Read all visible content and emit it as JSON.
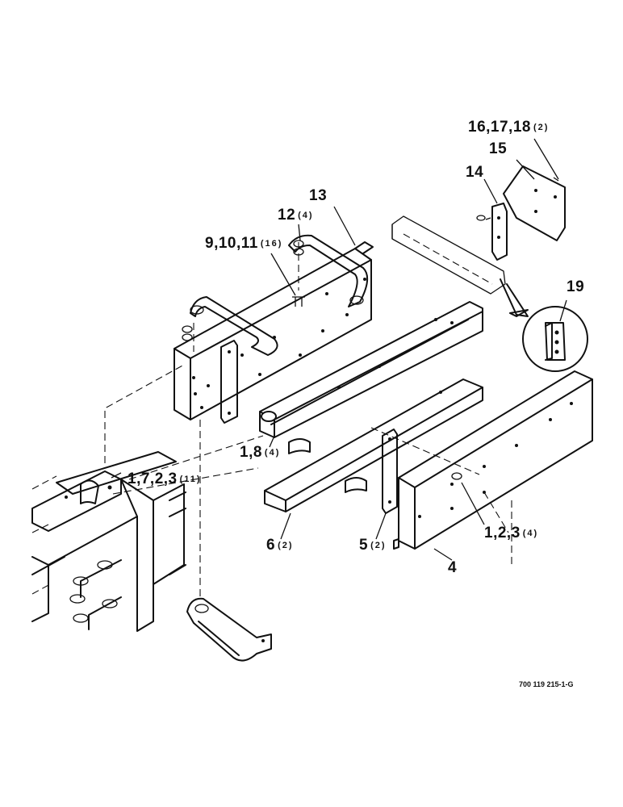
{
  "callouts": {
    "c16": {
      "part": "16,17,18",
      "qty": "(2)"
    },
    "c15": {
      "part": "15",
      "qty": ""
    },
    "c14": {
      "part": "14",
      "qty": ""
    },
    "c13": {
      "part": "13",
      "qty": ""
    },
    "c12": {
      "part": "12",
      "qty": "(4)"
    },
    "c9": {
      "part": "9,10,11",
      "qty": "(16)"
    },
    "c19": {
      "part": "19",
      "qty": ""
    },
    "c1_8": {
      "part": "1,8",
      "qty": "(4)"
    },
    "c1_7": {
      "part": "1,7,2,3",
      "qty": "(11)"
    },
    "c1_2": {
      "part": "1,2,3",
      "qty": "(4)"
    },
    "c6": {
      "part": "6",
      "qty": "(2)"
    },
    "c5": {
      "part": "5",
      "qty": "(2)"
    },
    "c4": {
      "part": "4",
      "qty": ""
    }
  },
  "drawing_number": "700 119 215-1-G"
}
